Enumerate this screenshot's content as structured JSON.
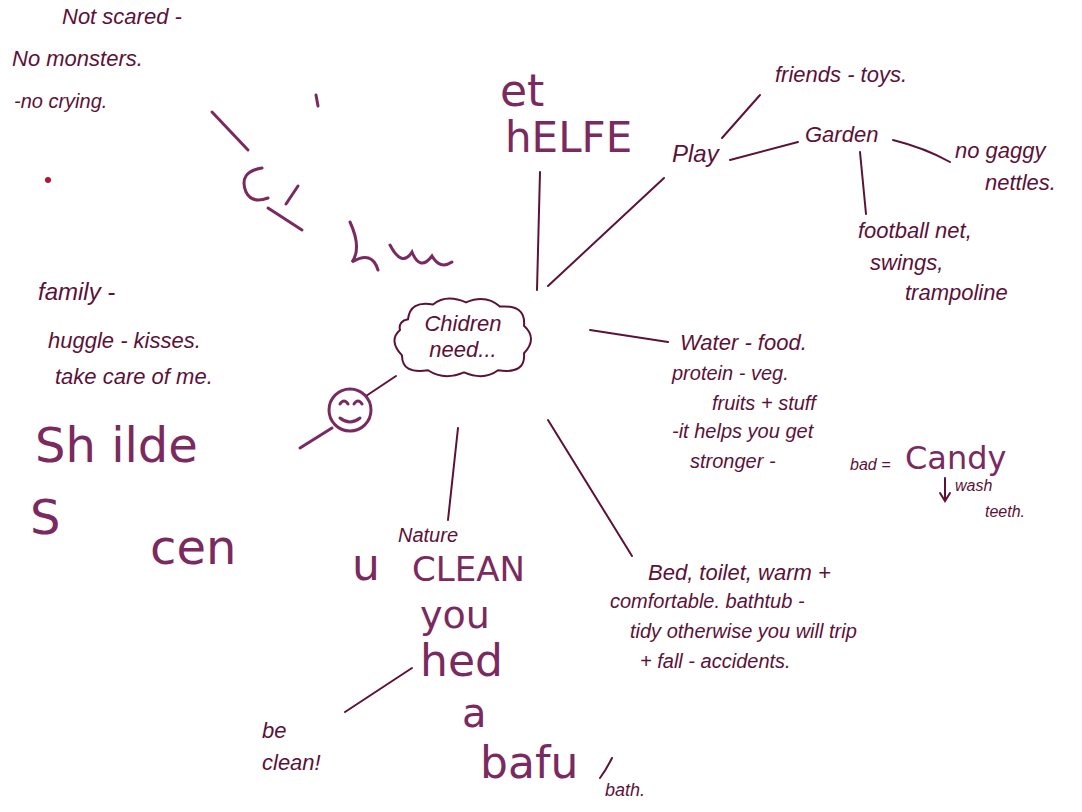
{
  "diagram": {
    "nodes": [
      {
        "text": [
          "Chidren need..."
        ]
      }
    ],
    "labels": [
      "Not scared -",
      "No monsters.",
      "-no crying.",
      "et",
      "hELFE",
      "Play",
      "friends - toys.",
      "Garden",
      "no gaggy",
      "nettles.",
      "football net,",
      "swings,",
      "trampoline",
      "Water - food.",
      "protein - veg.",
      "fruits + stuff",
      "-it helps you get",
      "stronger -",
      "bad =",
      "Candy",
      "wash",
      "teeth.",
      "Bed, toilet, warm +",
      "comfortable. bathtub -",
      "tidy otherwise you will trip",
      "+ fall - accidents.",
      "Nature",
      "CLEAN",
      "you",
      "hed",
      "a",
      "bafu",
      "bath.",
      "be",
      "clean!",
      "family -",
      "huggle - kisses.",
      "take care of me.",
      "Sh ilde",
      "S",
      "cen",
      "u"
    ]
  }
}
